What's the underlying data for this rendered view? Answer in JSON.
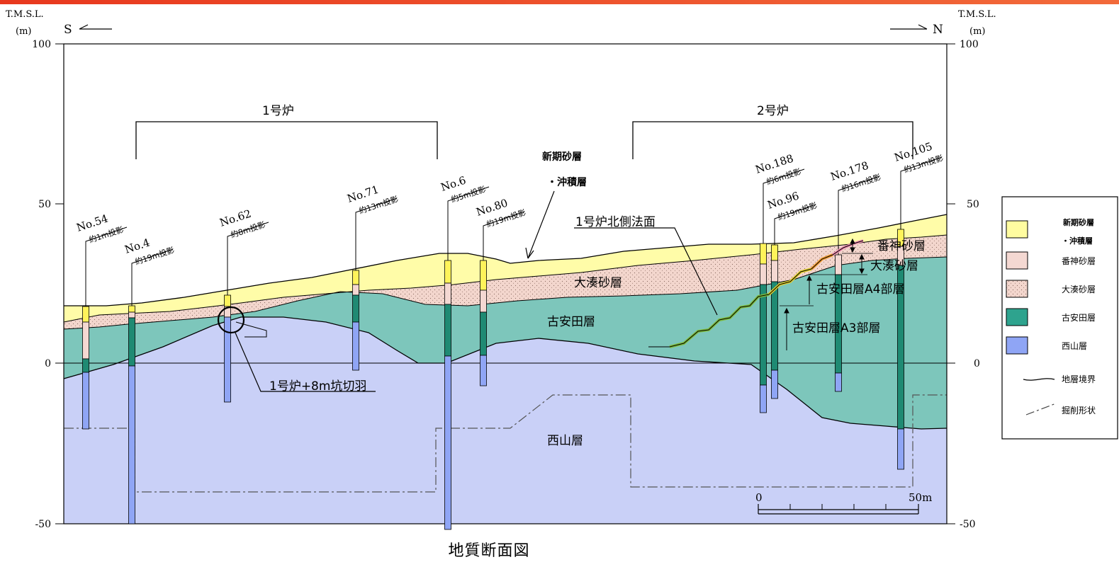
{
  "axis": {
    "label_left": "T.M.S.L.",
    "unit_left": "(m)",
    "label_right": "T.M.S.L.",
    "unit_right": "(m)",
    "south": "S",
    "north": "N",
    "ticks": [
      "100",
      "50",
      "0",
      "-50"
    ]
  },
  "units": {
    "unit1": "1号炉",
    "unit2": "2号炉"
  },
  "boreholes": [
    {
      "name": "No.54",
      "projection": "約1m投影"
    },
    {
      "name": "No.4",
      "projection": "約19m投影"
    },
    {
      "name": "No.62",
      "projection": "約8m投影"
    },
    {
      "name": "No.71",
      "projection": "約13m投影"
    },
    {
      "name": "No.6",
      "projection": "約5m投影"
    },
    {
      "name": "No.80",
      "projection": "約19m投影"
    },
    {
      "name": "No.188",
      "projection": "約6m投影"
    },
    {
      "name": "No.96",
      "projection": "約19m投影"
    },
    {
      "name": "No.178",
      "projection": "約16m投影"
    },
    {
      "name": "No.105",
      "projection": "約13m投影"
    }
  ],
  "labels": {
    "shinki_line1": "新期砂層",
    "shinki_line2": "・沖積層",
    "ominato": "大湊砂層",
    "koyasuda": "古安田層",
    "nishiyama": "西山層",
    "north_slope": "1号炉北側法面",
    "cut_face": "1号炉+8m坑切羽",
    "banjin": "番神砂層",
    "ominato_right": "大湊砂層",
    "a4": "古安田層A4部層",
    "a3": "古安田層A3部層",
    "scale_0": "0",
    "scale_50": "50m"
  },
  "legend": [
    {
      "label": "新期砂層",
      "label2": "・沖積層",
      "color": "#fffca0"
    },
    {
      "label": "番神砂層",
      "color": "#f4d8d2"
    },
    {
      "label": "大湊砂層",
      "color": "#f2d4cc"
    },
    {
      "label": "古安田層",
      "color": "#2ea38e"
    },
    {
      "label": "西山層",
      "color": "#8fa5f5"
    },
    {
      "label": "地層境界"
    },
    {
      "label": "掘削形状"
    }
  ],
  "caption": "地質断面図",
  "colors": {
    "shinki": "#fffca8",
    "banjin": "#f4d8d2",
    "ominato": "#f3d6cd",
    "koyasuda": "#7dc6bb",
    "nishiyama": "#c9d0f7",
    "bore_dark": "#1f8a73",
    "bore_blue": "#8fa5f5"
  }
}
